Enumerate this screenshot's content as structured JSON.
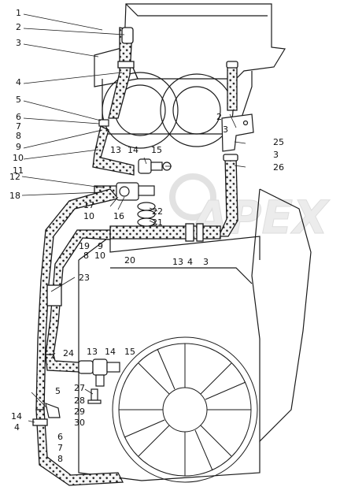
{
  "diagram": {
    "subject": "engine cooling system hoses assembly (exploded view)",
    "watermark": "APEX",
    "colors": {
      "line": "#1a1a1a",
      "hose_fill": "#f4f4f4",
      "callout_text": "#111111",
      "watermark": "#e6e6e6"
    },
    "callouts": [
      "1",
      "2",
      "3",
      "4",
      "5",
      "6",
      "7",
      "8",
      "9",
      "10",
      "11",
      "12",
      "13",
      "14",
      "15",
      "16",
      "17",
      "18",
      "19",
      "20",
      "21",
      "22",
      "23",
      "24",
      "25",
      "26",
      "27",
      "28",
      "29",
      "30"
    ],
    "labels": {
      "top_left": [
        "1",
        "2",
        "3",
        "4",
        "5",
        "6",
        "7",
        "8",
        "9",
        "10",
        "11"
      ],
      "upper_mid": [
        "13",
        "14",
        "15",
        "12",
        "18",
        "17",
        "10",
        "16",
        "22",
        "21",
        "19",
        "8",
        "9",
        "10",
        "20",
        "13",
        "4",
        "3"
      ],
      "right": [
        "2",
        "3",
        "25",
        "3",
        "26"
      ],
      "middle": [
        "23",
        "24",
        "13",
        "14",
        "15",
        "27",
        "28",
        "29",
        "30"
      ],
      "bottom_left": [
        "5",
        "14",
        "4",
        "6",
        "7",
        "8"
      ]
    }
  }
}
